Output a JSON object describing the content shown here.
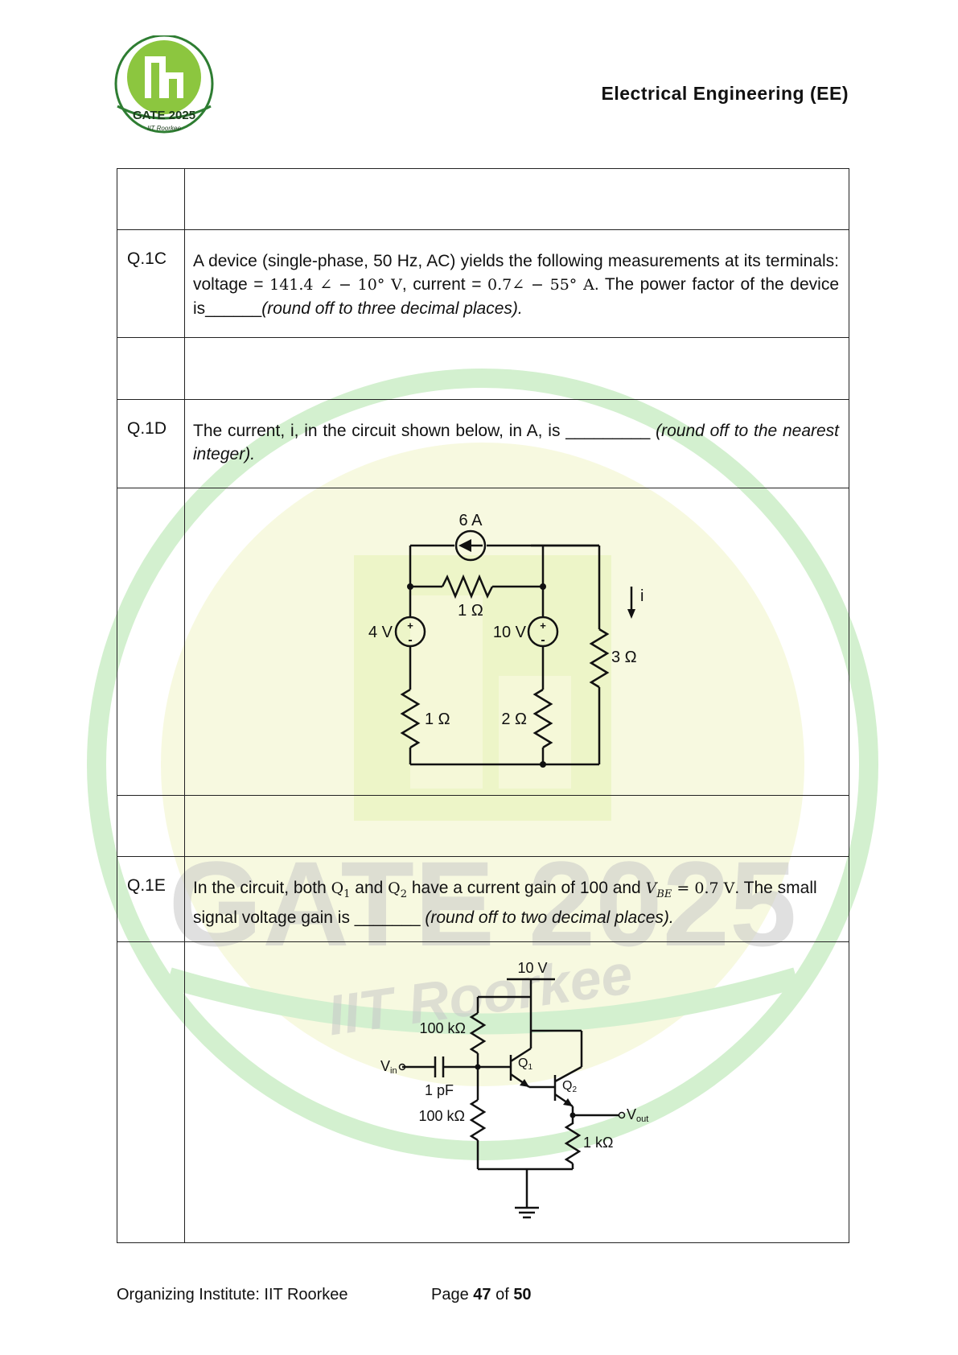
{
  "header": {
    "title": "Electrical Engineering (EE)",
    "logo_text": "GATE 2025",
    "logo_subtext": "IIT Roorkee"
  },
  "watermark": {
    "main": "GATE 2025",
    "sub": "IIT Roorkee"
  },
  "questions": {
    "q1c": {
      "number": "Q.1C",
      "text_a": "A device (single-phase, 50 Hz, AC) yields the following measurements at its terminals: voltage = ",
      "voltage": "141.4 ∠ − 10° V",
      "text_b": ", current = ",
      "current": "0.7∠ − 55° A",
      "text_c": ". The power factor of the device is______",
      "hint": "(round off to three decimal places)."
    },
    "q1d": {
      "number": "Q.1D",
      "text_a": "The current, ",
      "var": "i",
      "text_b": ", in the circuit shown below, in A, is _________ ",
      "hint": "(round off to the nearest integer)."
    },
    "q1e": {
      "number": "Q.1E",
      "text_a": "In the circuit, both ",
      "q1": "Q",
      "q1_sub": "1",
      "text_and": " and ",
      "q2": "Q",
      "q2_sub": "2",
      "text_b": " have a current gain of 100 and ",
      "vbe": "V",
      "vbe_sub": "BE",
      "vbe_val": " = 0.7 V",
      "text_c": ". The small signal voltage gain is _______ ",
      "hint": "(round off to two decimal places)."
    }
  },
  "circuit1": {
    "current_source": "6 A",
    "r_top": "1 Ω",
    "v_left": "4 V",
    "v_mid": "10 V",
    "r_left": "1 Ω",
    "r_mid": "2 Ω",
    "r_right": "3 Ω",
    "current_label": "i"
  },
  "circuit2": {
    "supply": "10 V",
    "r_top": "100 kΩ",
    "r_bottom": "100 kΩ",
    "cap": "1 pF",
    "vin": "V",
    "vin_sub": "in",
    "vout": "V",
    "vout_sub": "out",
    "q1": "Q",
    "q1_sub": "1",
    "q2": "Q",
    "q2_sub": "2",
    "r_emitter": "1 kΩ"
  },
  "footer": {
    "institute": "Organizing Institute: IIT Roorkee",
    "page_prefix": "Page ",
    "page_current": "47",
    "page_of": " of ",
    "page_total": "50"
  },
  "colors": {
    "watermark_green": "#c9ecc4",
    "watermark_yellow": "#f2f6c6",
    "logo_green": "#8cc63f",
    "logo_dark": "#2e7d32"
  }
}
